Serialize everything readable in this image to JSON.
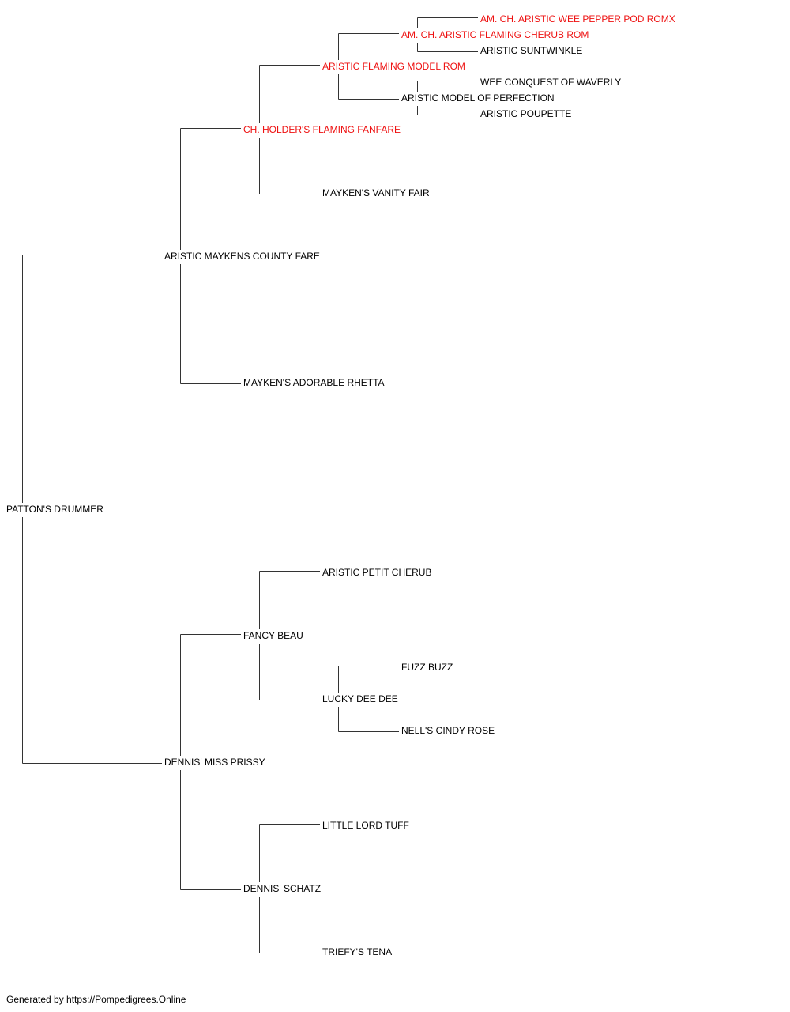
{
  "colors": {
    "champion": "#ee1111",
    "normal": "#000000",
    "line": "#333333"
  },
  "pedigree": {
    "subject": "PATTON'S DRUMMER",
    "sire": "ARISTIC MAYKENS COUNTY FARE",
    "sire_sire": "CH. HOLDER'S FLAMING FANFARE",
    "sire_sire_sire": "ARISTIC FLAMING MODEL ROM",
    "sire_sire_sire_sire": "AM. CH. ARISTIC FLAMING CHERUB ROM",
    "sire_sire_sire_sire_sire": "AM. CH. ARISTIC WEE PEPPER POD ROMX",
    "sire_sire_sire_sire_dam": "ARISTIC SUNTWINKLE",
    "sire_sire_sire_dam": "ARISTIC MODEL OF PERFECTION",
    "sire_sire_sire_dam_sire": "WEE CONQUEST OF WAVERLY",
    "sire_sire_sire_dam_dam": "ARISTIC POUPETTE",
    "sire_sire_dam": "MAYKEN'S VANITY FAIR",
    "sire_dam": "MAYKEN'S ADORABLE RHETTA",
    "dam": "DENNIS' MISS PRISSY",
    "dam_sire": "FANCY BEAU",
    "dam_sire_sire": "ARISTIC PETIT CHERUB",
    "dam_sire_dam": "LUCKY DEE DEE",
    "dam_sire_dam_sire": "FUZZ BUZZ",
    "dam_sire_dam_dam": "NELL'S CINDY ROSE",
    "dam_dam": "DENNIS' SCHATZ",
    "dam_dam_sire": "LITTLE LORD TUFF",
    "dam_dam_dam": "TRIEFY'S TENA"
  },
  "footer": "Generated by https://Pompedigrees.Online"
}
